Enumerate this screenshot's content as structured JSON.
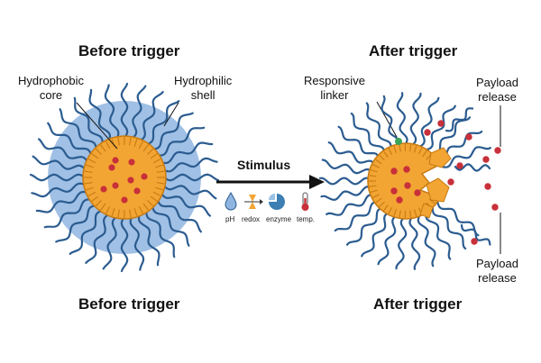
{
  "headings": {
    "left_top": "Before trigger",
    "right_top": "After trigger",
    "left_bottom": "Before trigger",
    "right_bottom": "After trigger"
  },
  "labels": {
    "core_line1": "Hydrophobic",
    "core_line2": "core",
    "shell_line1": "Hydrophilic",
    "shell_line2": "shell",
    "linker_line1": "Responsive",
    "linker_line2": "linker",
    "payload_top_line1": "Payload",
    "payload_top_line2": "release",
    "payload_bottom_line1": "Payload",
    "payload_bottom_line2": "release"
  },
  "stimulus": {
    "label": "Stimulus",
    "icons": [
      {
        "icon": "droplet-icon",
        "label": "pH"
      },
      {
        "icon": "redox-icon",
        "label": "redox"
      },
      {
        "icon": "enzyme-icon",
        "label": "enzyme"
      },
      {
        "icon": "thermometer-icon",
        "label": "temp."
      }
    ]
  },
  "colors": {
    "core": "#f2a533",
    "core_edge": "#c77a12",
    "shell": "#8fb5e0",
    "chain": "#2b5c90",
    "payload": "#c8303a",
    "linker": "#3aa55a"
  }
}
